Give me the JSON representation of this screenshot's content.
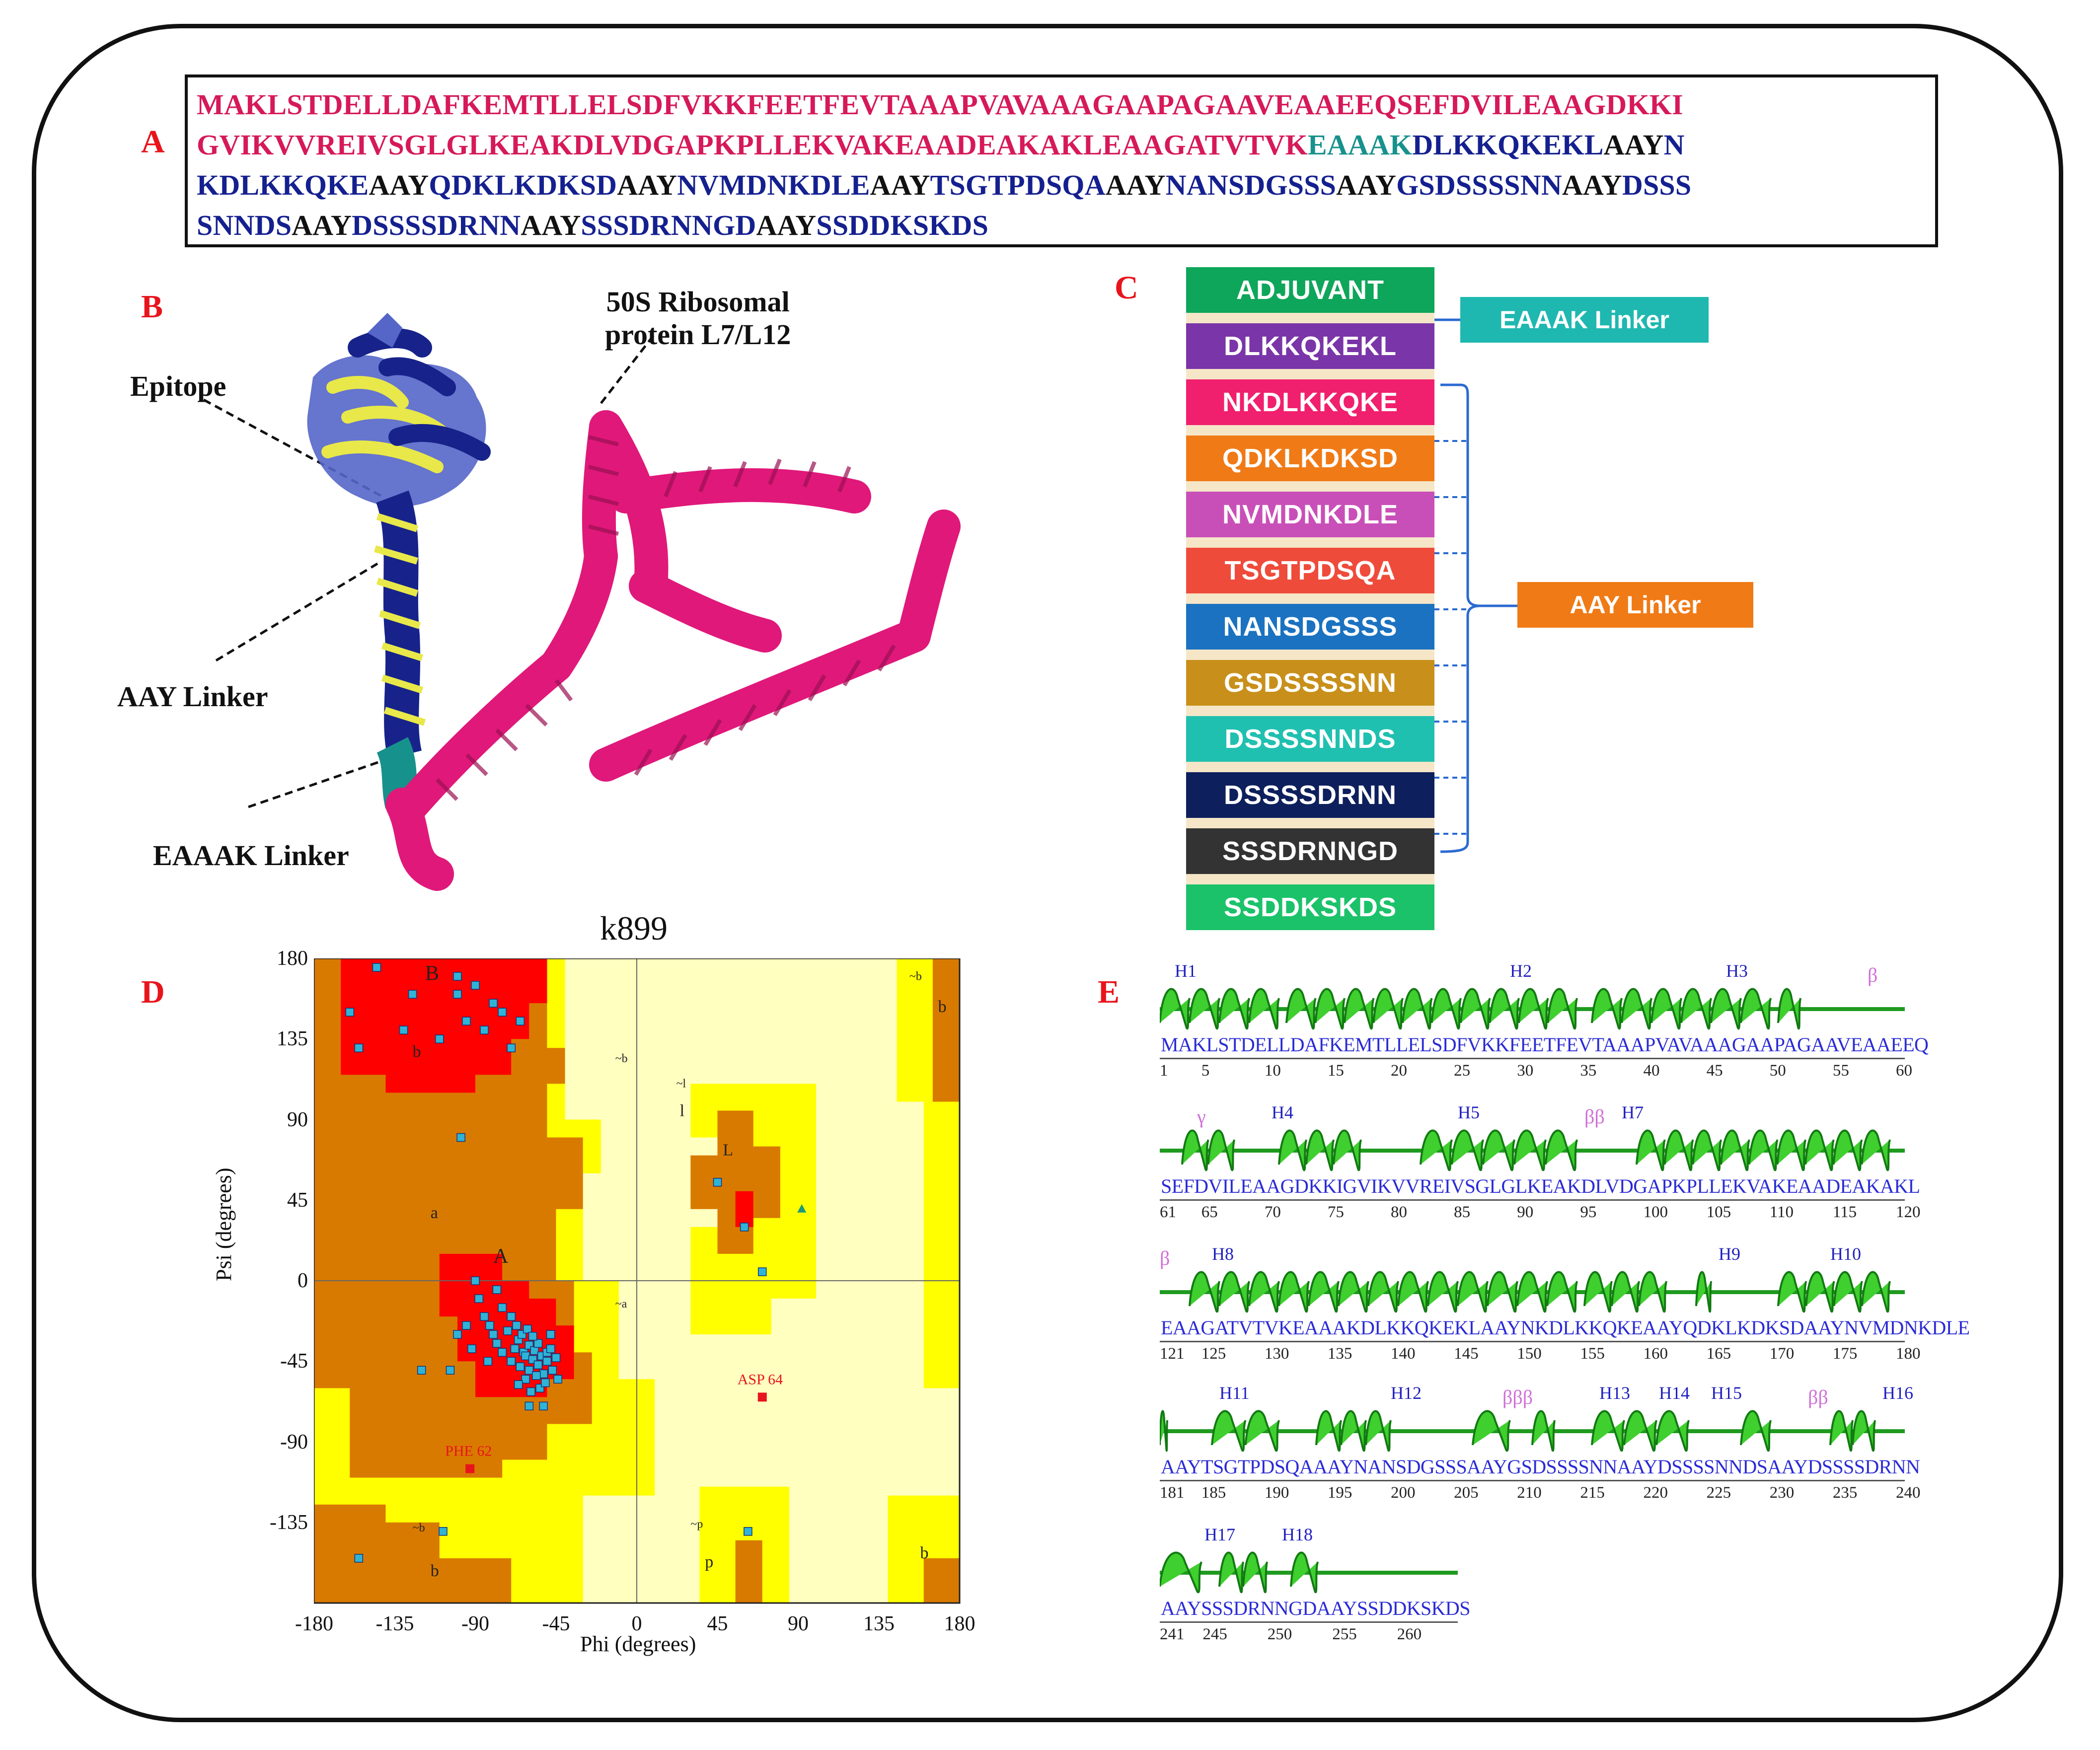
{
  "panels": {
    "a": "A",
    "b": "B",
    "c": "C",
    "d": "D",
    "e": "E"
  },
  "colors": {
    "pink": "#d6195a",
    "teal": "#17918c",
    "blue": "#15208f",
    "black": "#111111",
    "rama_core": "#ff0000",
    "rama_allowed": "#d97a00",
    "rama_generous": "#ffff00",
    "rama_outer": "#ffffc0"
  },
  "panel_a": {
    "lines": [
      [
        {
          "t": "MAKLSTDELLDAFKEMTLLELSDFVKKFEETFEVTAAAPVAVAAAGAAPAGAAVEAAEEQSEFDVILEAAGDKKI",
          "c": "pink"
        }
      ],
      [
        {
          "t": "GVIKVVREIVSGLGLKEAKDLVDGAPKPLLEKVAKEAADEAKAKLEAAGATVTVK",
          "c": "pink"
        },
        {
          "t": "EAAAK",
          "c": "teal"
        },
        {
          "t": "DLKKQKEKL",
          "c": "blue"
        },
        {
          "t": "AAY",
          "c": "black"
        },
        {
          "t": "N",
          "c": "blue"
        }
      ],
      [
        {
          "t": "KDLKKQKE",
          "c": "blue"
        },
        {
          "t": "AAY",
          "c": "black"
        },
        {
          "t": "QDKLKDKSD",
          "c": "blue"
        },
        {
          "t": "AAY",
          "c": "black"
        },
        {
          "t": "NVMDNKDLE",
          "c": "blue"
        },
        {
          "t": "AAY",
          "c": "black"
        },
        {
          "t": "TSGTPDSQA",
          "c": "blue"
        },
        {
          "t": "AAY",
          "c": "black"
        },
        {
          "t": "NANSDGSSS",
          "c": "blue"
        },
        {
          "t": "AAY",
          "c": "black"
        },
        {
          "t": "GSDSSSSNN",
          "c": "blue"
        },
        {
          "t": "AAY",
          "c": "black"
        },
        {
          "t": "DSSS",
          "c": "blue"
        }
      ],
      [
        {
          "t": "SNNDS",
          "c": "blue"
        },
        {
          "t": "AAY",
          "c": "black"
        },
        {
          "t": "DSSSSDRNN",
          "c": "blue"
        },
        {
          "t": "AAY",
          "c": "black"
        },
        {
          "t": "SSSDRNNGD",
          "c": "blue"
        },
        {
          "t": "AAY",
          "c": "black"
        },
        {
          "t": "SSDDKSKDS",
          "c": "blue"
        }
      ]
    ]
  },
  "panel_b": {
    "callouts": {
      "ribosomal_line1": "50S Ribosomal",
      "ribosomal_line2": "protein L7/L12",
      "epitope": "Epitope",
      "aay": "AAY Linker",
      "eaaak": "EAAAK Linker"
    }
  },
  "panel_c": {
    "boxes": [
      {
        "label": "ADJUVANT",
        "color": "#0ea65a"
      },
      {
        "label": "DLKKQKEKL",
        "color": "#7a35a8"
      },
      {
        "label": "NKDLKKQKE",
        "color": "#f0206e"
      },
      {
        "label": "QDKLKDKSD",
        "color": "#f07a16"
      },
      {
        "label": "NVMDNKDLE",
        "color": "#c94fb8"
      },
      {
        "label": "TSGTPDSQA",
        "color": "#ef4b3b"
      },
      {
        "label": "NANSDGSSS",
        "color": "#1b72c0"
      },
      {
        "label": "GSDSSSSNN",
        "color": "#c8901a"
      },
      {
        "label": "DSSSSNNDS",
        "color": "#20c0b0"
      },
      {
        "label": "DSSSSDRNN",
        "color": "#0d1f5c"
      },
      {
        "label": "SSSDRNNGD",
        "color": "#333333"
      },
      {
        "label": "SSDDKSKDS",
        "color": "#1bc26a"
      }
    ],
    "eaaak_linker": {
      "label": "EAAAK Linker",
      "color": "#1eb8b0"
    },
    "aay_linker": {
      "label": "AAY Linker",
      "color": "#f07a16"
    }
  },
  "chart_data": {
    "type": "scatter",
    "title": "k899",
    "xlabel": "Phi (degrees)",
    "ylabel": "Psi (degrees)",
    "xlim": [
      -180,
      180
    ],
    "ylim": [
      -180,
      180
    ],
    "xticks": [
      -180,
      -135,
      -90,
      -45,
      0,
      45,
      90,
      135,
      180
    ],
    "yticks": [
      180,
      135,
      90,
      45,
      0,
      -45,
      -90,
      -135
    ],
    "region_labels": [
      "B",
      "b",
      "a",
      "A",
      "l",
      "L",
      "~b",
      "~l",
      "~a",
      "~p",
      "p",
      "b",
      "~b",
      "b",
      "~b",
      "b"
    ],
    "outliers": [
      {
        "label": "ASP 64",
        "phi": 70,
        "psi": -65
      },
      {
        "label": "PHE 62",
        "phi": -93,
        "psi": -105
      }
    ],
    "series": [
      {
        "points": [
          [
            -160,
            150
          ],
          [
            -145,
            175
          ],
          [
            -130,
            140
          ],
          [
            -125,
            160
          ],
          [
            -110,
            135
          ],
          [
            -100,
            160
          ],
          [
            -95,
            145
          ],
          [
            -90,
            165
          ],
          [
            -85,
            140
          ],
          [
            -80,
            155
          ],
          [
            -75,
            150
          ],
          [
            -70,
            130
          ],
          [
            -65,
            145
          ],
          [
            -155,
            130
          ],
          [
            -100,
            170
          ],
          [
            -98,
            80
          ],
          [
            -90,
            0
          ],
          [
            -88,
            -10
          ],
          [
            -85,
            -20
          ],
          [
            -82,
            -25
          ],
          [
            -80,
            -30
          ],
          [
            -78,
            -35
          ],
          [
            -75,
            -40
          ],
          [
            -72,
            -28
          ],
          [
            -70,
            -45
          ],
          [
            -68,
            -38
          ],
          [
            -66,
            -33
          ],
          [
            -65,
            -48
          ],
          [
            -63,
            -40
          ],
          [
            -62,
            -42
          ],
          [
            -60,
            -36
          ],
          [
            -60,
            -50
          ],
          [
            -58,
            -44
          ],
          [
            -57,
            -39
          ],
          [
            -55,
            -47
          ],
          [
            -55,
            -35
          ],
          [
            -53,
            -42
          ],
          [
            -52,
            -52
          ],
          [
            -50,
            -40
          ],
          [
            -50,
            -45
          ],
          [
            -48,
            -38
          ],
          [
            -47,
            -50
          ],
          [
            -45,
            -43
          ],
          [
            -44,
            -55
          ],
          [
            -70,
            -20
          ],
          [
            -75,
            -15
          ],
          [
            -78,
            -5
          ],
          [
            -67,
            -25
          ],
          [
            -64,
            -30
          ],
          [
            -61,
            -27
          ],
          [
            -58,
            -31
          ],
          [
            -56,
            -53
          ],
          [
            -62,
            -55
          ],
          [
            -66,
            -58
          ],
          [
            -54,
            -60
          ],
          [
            -51,
            -57
          ],
          [
            -59,
            -62
          ],
          [
            -48,
            -30
          ],
          [
            -83,
            -45
          ],
          [
            -92,
            -38
          ],
          [
            -95,
            -25
          ],
          [
            -100,
            -30
          ],
          [
            -104,
            -50
          ],
          [
            -120,
            -50
          ],
          [
            -60,
            -70
          ],
          [
            -52,
            -70
          ],
          [
            -108,
            -140
          ],
          [
            -155,
            -155
          ],
          [
            45,
            55
          ],
          [
            60,
            30
          ],
          [
            70,
            5
          ],
          [
            62,
            -140
          ]
        ]
      },
      {
        "points": [
          [
            92,
            40
          ]
        ]
      }
    ]
  },
  "panel_e": {
    "rows": [
      {
        "seq": "MAKLSTDELLDAFKEMTLLELSDFVKKFEETFEVTAAAPVAVAAAGAAPAGAAVEAAEEQ",
        "nums": [
          "1",
          "5",
          "10",
          "15",
          "20",
          "25",
          "30",
          "35",
          "40",
          "45",
          "50",
          "55",
          "60"
        ],
        "helices": [
          "H1",
          "H2",
          "H3"
        ],
        "betas": [
          "β"
        ]
      },
      {
        "seq": "SEFDVILEAAGDKKIGVIKVVREIVSGLGLKEAKDLVDGAPKPLLEKVAKEAADEAKAKL",
        "nums": [
          "61",
          "65",
          "70",
          "75",
          "80",
          "85",
          "90",
          "95",
          "100",
          "105",
          "110",
          "115",
          "120"
        ],
        "helices": [
          "H4",
          "H5",
          "H7"
        ],
        "betas": [
          "γ",
          "ββ"
        ]
      },
      {
        "seq": "EAAGATVTVKEAAAKDLKKQKEKLAAYNKDLKKQKEAAYQDKLKDKSDAAYNVMDNKDLE",
        "nums": [
          "121",
          "125",
          "130",
          "135",
          "140",
          "145",
          "150",
          "155",
          "160",
          "165",
          "170",
          "175",
          "180"
        ],
        "helices": [
          "H8",
          "H9",
          "H10"
        ],
        "betas": [
          "β"
        ]
      },
      {
        "seq": "AAYTSGTPDSQAAAYNANSDGSSSAAYGSDSSSSNNAAYDSSSSNNDSAAYDSSSSDRNN",
        "nums": [
          "181",
          "185",
          "190",
          "195",
          "200",
          "205",
          "210",
          "215",
          "220",
          "225",
          "230",
          "235",
          "240"
        ],
        "helices": [
          "H11",
          "H12",
          "H13",
          "H14",
          "H15",
          "H16"
        ],
        "betas": [
          "βββ",
          "ββ"
        ]
      },
      {
        "seq": "AAYSSSDRNNGDAAYSSDDKSKDS",
        "nums": [
          "241",
          "245",
          "250",
          "255",
          "260"
        ],
        "helices": [
          "H17",
          "H18"
        ],
        "betas": []
      }
    ]
  }
}
